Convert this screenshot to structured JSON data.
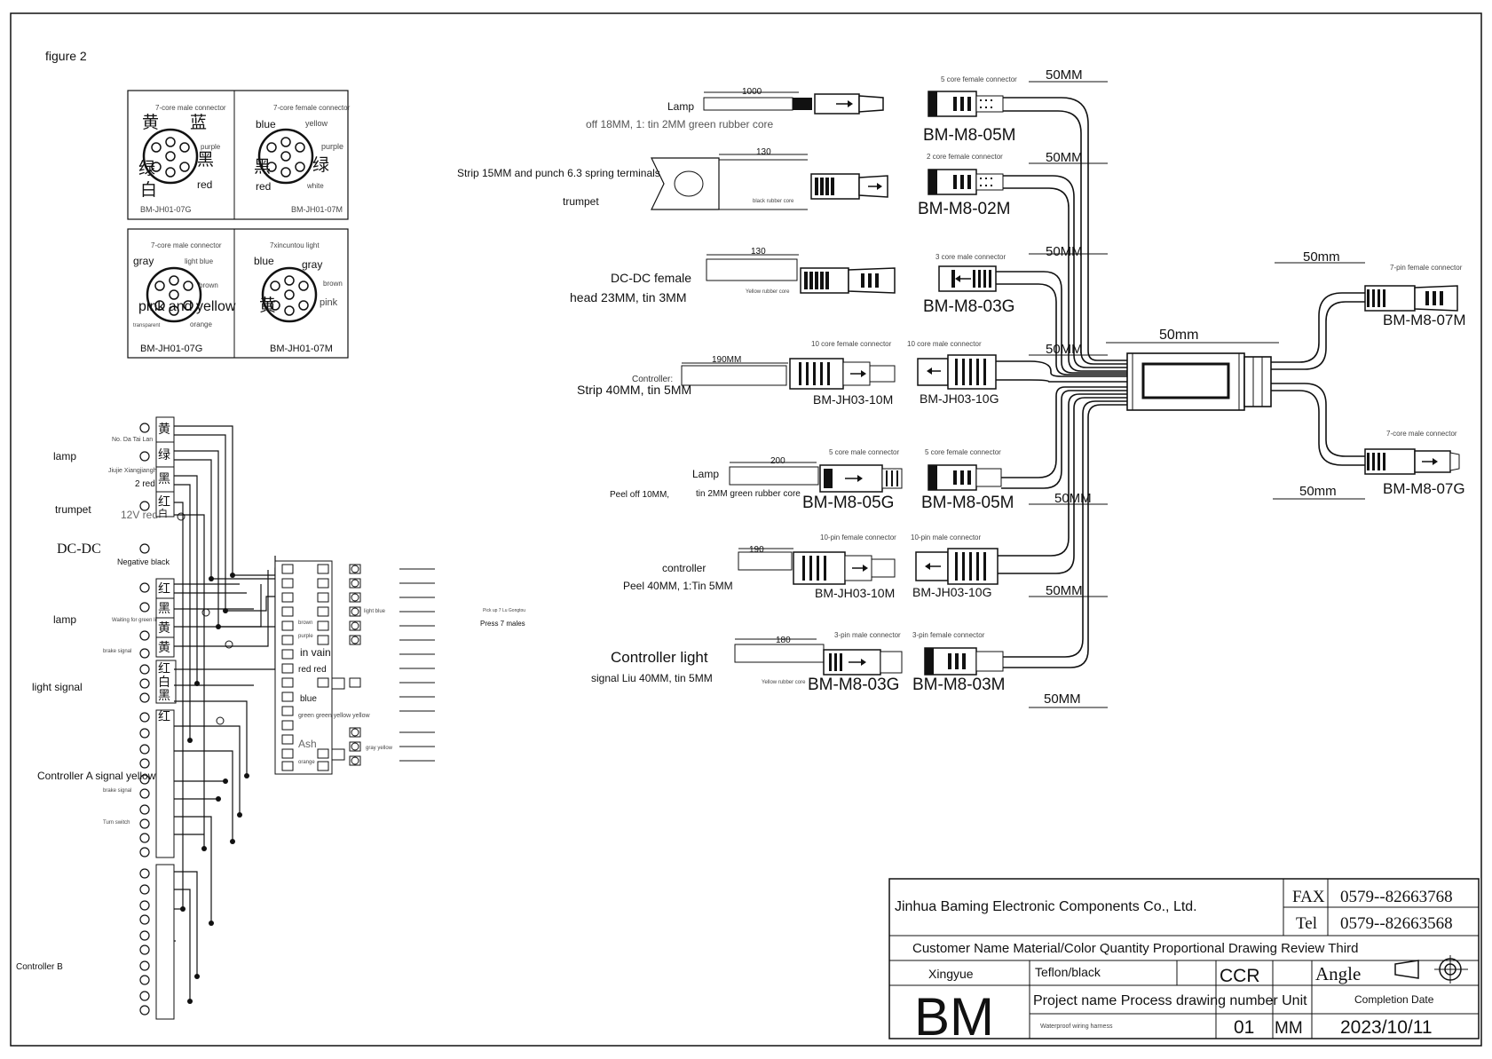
{
  "figure_label": "figure 2",
  "pinouts": [
    {
      "header": "7-core male connector",
      "code": "BM-JH01-07G",
      "labels": [
        "黄",
        "蓝",
        "purple",
        "黑",
        "red",
        "白",
        "绿"
      ]
    },
    {
      "header": "7-core female connector",
      "code": "BM-JH01-07M",
      "labels": [
        "blue",
        "yellow",
        "purple",
        "绿",
        "white",
        "red",
        "黑"
      ]
    },
    {
      "header": "7-core male connector",
      "code": "BM-JH01-07G",
      "labels": [
        "gray",
        "light blue",
        "brown",
        "pink and yellow",
        "orange",
        "transparent"
      ]
    },
    {
      "header": "7xincuntou light",
      "code": "BM-JH01-07M",
      "labels": [
        "blue",
        "gray",
        "brown",
        "pink",
        "黄"
      ]
    }
  ],
  "branches": [
    {
      "name": "lamp",
      "left_notes": [
        "Lamp",
        "off 18MM, 1: tin 2MM green rubber core"
      ],
      "length": "1000",
      "core_note": "green rubber core",
      "pair_label": "5 core female connector",
      "code": "BM-M8-05M",
      "dim": "50MM"
    },
    {
      "name": "trumpet",
      "left_notes": [
        "Strip 15MM and punch 6.3 spring terminals",
        "trumpet"
      ],
      "length": "130",
      "core_note": "black rubber core",
      "pair_label": "2 core female connector",
      "code": "BM-M8-02M",
      "dim": "50MM"
    },
    {
      "name": "dcdc",
      "left_notes": [
        "DC-DC female",
        "head 23MM, tin 3MM"
      ],
      "length": "130",
      "core_note": "Yellow rubber core",
      "pair_label": "3 core male connector",
      "code": "BM-M8-03G",
      "dim": "50MM"
    },
    {
      "name": "controller-a",
      "left_notes": [
        "Controller:",
        "Strip 40MM, tin 5MM"
      ],
      "length": "190MM",
      "left_label": "10 core female connector",
      "right_label": "10 core male connector",
      "left_code": "BM-JH03-10M",
      "right_code": "BM-JH03-10G",
      "dim": "50MM"
    },
    {
      "name": "lamp2",
      "left_notes": [
        "Lamp",
        "Peel off 10MM,",
        "tin 2MM green rubber core"
      ],
      "length": "200",
      "left_label": "5 core male connector",
      "right_label": "5 core female connector",
      "left_code": "BM-M8-05G",
      "right_code": "BM-M8-05M",
      "dim": "50MM"
    },
    {
      "name": "controller-b",
      "left_notes": [
        "controller",
        "Peel 40MM, 1:Tin 5MM"
      ],
      "length": "190",
      "left_label": "10-pin female connector",
      "right_label": "10-pin male connector",
      "left_code": "BM-JH03-10M",
      "right_code": "BM-JH03-10G",
      "dim": "50MM"
    },
    {
      "name": "controller-light",
      "left_notes": [
        "Controller light",
        "signal Liu 40MM, tin 5MM"
      ],
      "length": "180",
      "core_note": "Yellow rubber core",
      "left_label": "3-pin male connector",
      "right_label": "3-pin female connector",
      "left_code": "BM-M8-03G",
      "right_code": "BM-M8-03M",
      "dim": "50MM"
    }
  ],
  "hub": {
    "dim_top": "50mm",
    "dim_left": "50mm",
    "dim_right_top": "50mm",
    "dim_right_bottom": "50mm",
    "dim_bottom": "50MM"
  },
  "outputs": [
    {
      "label": "7-pin female connector",
      "code": "BM-M8-07M"
    },
    {
      "label": "7-core male connector",
      "code": "BM-M8-07G"
    }
  ],
  "wiring": {
    "left_groups": [
      "lamp",
      "trumpet",
      "DC-DC",
      "lamp",
      "light signal",
      "Controller A signal yellow",
      "Controller B"
    ],
    "notes": [
      "No. Da Tai Lan",
      "Jiujie Xiangjianghei",
      "2 red",
      "12V red",
      "Negative black",
      "Waiting for green light",
      "brake signal",
      "brake signal",
      "Turn switch"
    ],
    "connector_chars": [
      "黄",
      "绿",
      "黑",
      "红",
      "白",
      "红",
      "黑",
      "黄",
      "黄",
      "红",
      "白",
      "黑",
      "红"
    ],
    "middle_labels": [
      "purple",
      "brown",
      "in vain",
      "red red",
      "blue",
      "green green yellow yellow",
      "Ash",
      "orange",
      "gray yellow",
      "light blue"
    ],
    "right_notes": [
      "Press 7 males",
      "Pick up 7 Lu Gongtou"
    ]
  },
  "title_block": {
    "company": "Jinhua Baming Electronic Components Co., Ltd.",
    "fax_label": "FAX",
    "fax": "0579--82663768",
    "tel_label": "Tel",
    "tel": "0579--82663568",
    "header_row": "Customer Name Material/Color Quantity Proportional Drawing Review Third",
    "customer": "Xingyue",
    "material": "Teflon/black",
    "quantity": "CCR",
    "angle": "Angle",
    "logo": "BM",
    "project_row": "Project name Process drawing number Unit",
    "project_sub": "Waterproof wiring harness",
    "completion_label": "Completion Date",
    "drawing_number": "01",
    "unit": "MM",
    "date": "2023/10/11"
  }
}
